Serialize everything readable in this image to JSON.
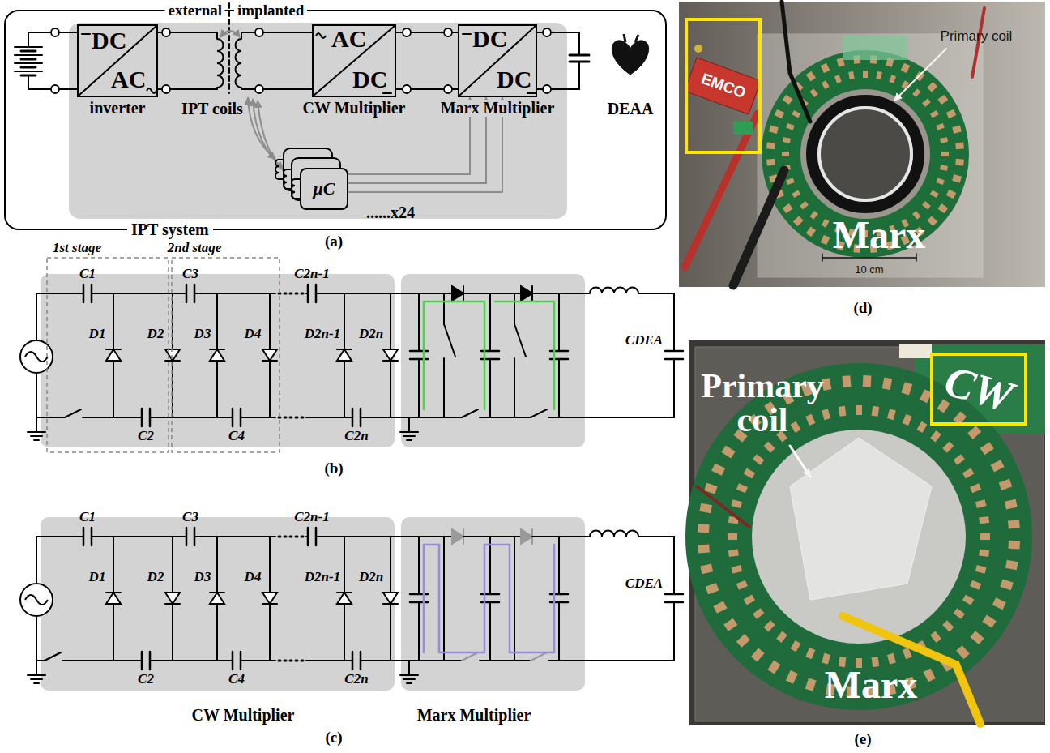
{
  "diagram": {
    "nodes": [
      {
        "text": [
          "IPT system"
        ]
      },
      {
        "text": [
          "DC",
          "AC",
          "inverter"
        ],
        "in": 0
      },
      {
        "text": [
          "AC",
          "DC",
          "CW Multiplier"
        ],
        "in": 0
      },
      {
        "text": [
          "DC",
          "DC",
          "Marx Multiplier"
        ],
        "in": 0
      },
      {
        "text": [
          "μC"
        ],
        "in": 0
      },
      {
        "text": [
          "EMCO"
        ]
      },
      {
        "text": [
          "CW"
        ]
      }
    ],
    "edges": [
      {
        "from": 4,
        "to": 3,
        "arrow": "to"
      },
      {
        "from": 4,
        "to": 3,
        "arrow": "to"
      },
      {
        "from": 4,
        "to": 3,
        "arrow": "to"
      },
      {
        "from": 2,
        "to": 3,
        "arrow": "none"
      },
      {
        "from": 2,
        "to": 3,
        "arrow": "none"
      }
    ],
    "labels": [
      "external",
      "implanted",
      "IPT coils",
      "DEAA",
      "......x24",
      "(a)",
      "1st stage",
      "2nd stage",
      "C1",
      "C3",
      "C2n-1",
      "D1",
      "D2",
      "D3",
      "D4",
      "D2n-1",
      "D2n",
      "C2",
      "C4",
      "C2n",
      "CDEA",
      "(b)",
      "C1",
      "C3",
      "C2n-1",
      "D1",
      "D2",
      "D3",
      "D4",
      "D2n-1",
      "D2n",
      "C2",
      "C4",
      "C2n",
      "CW Multiplier",
      "Marx Multiplier",
      "CDEA",
      "(c)",
      "Primary coil",
      "Marx",
      "10 cm",
      "(d)",
      "Primary coil",
      "Marx",
      "(e)"
    ]
  }
}
